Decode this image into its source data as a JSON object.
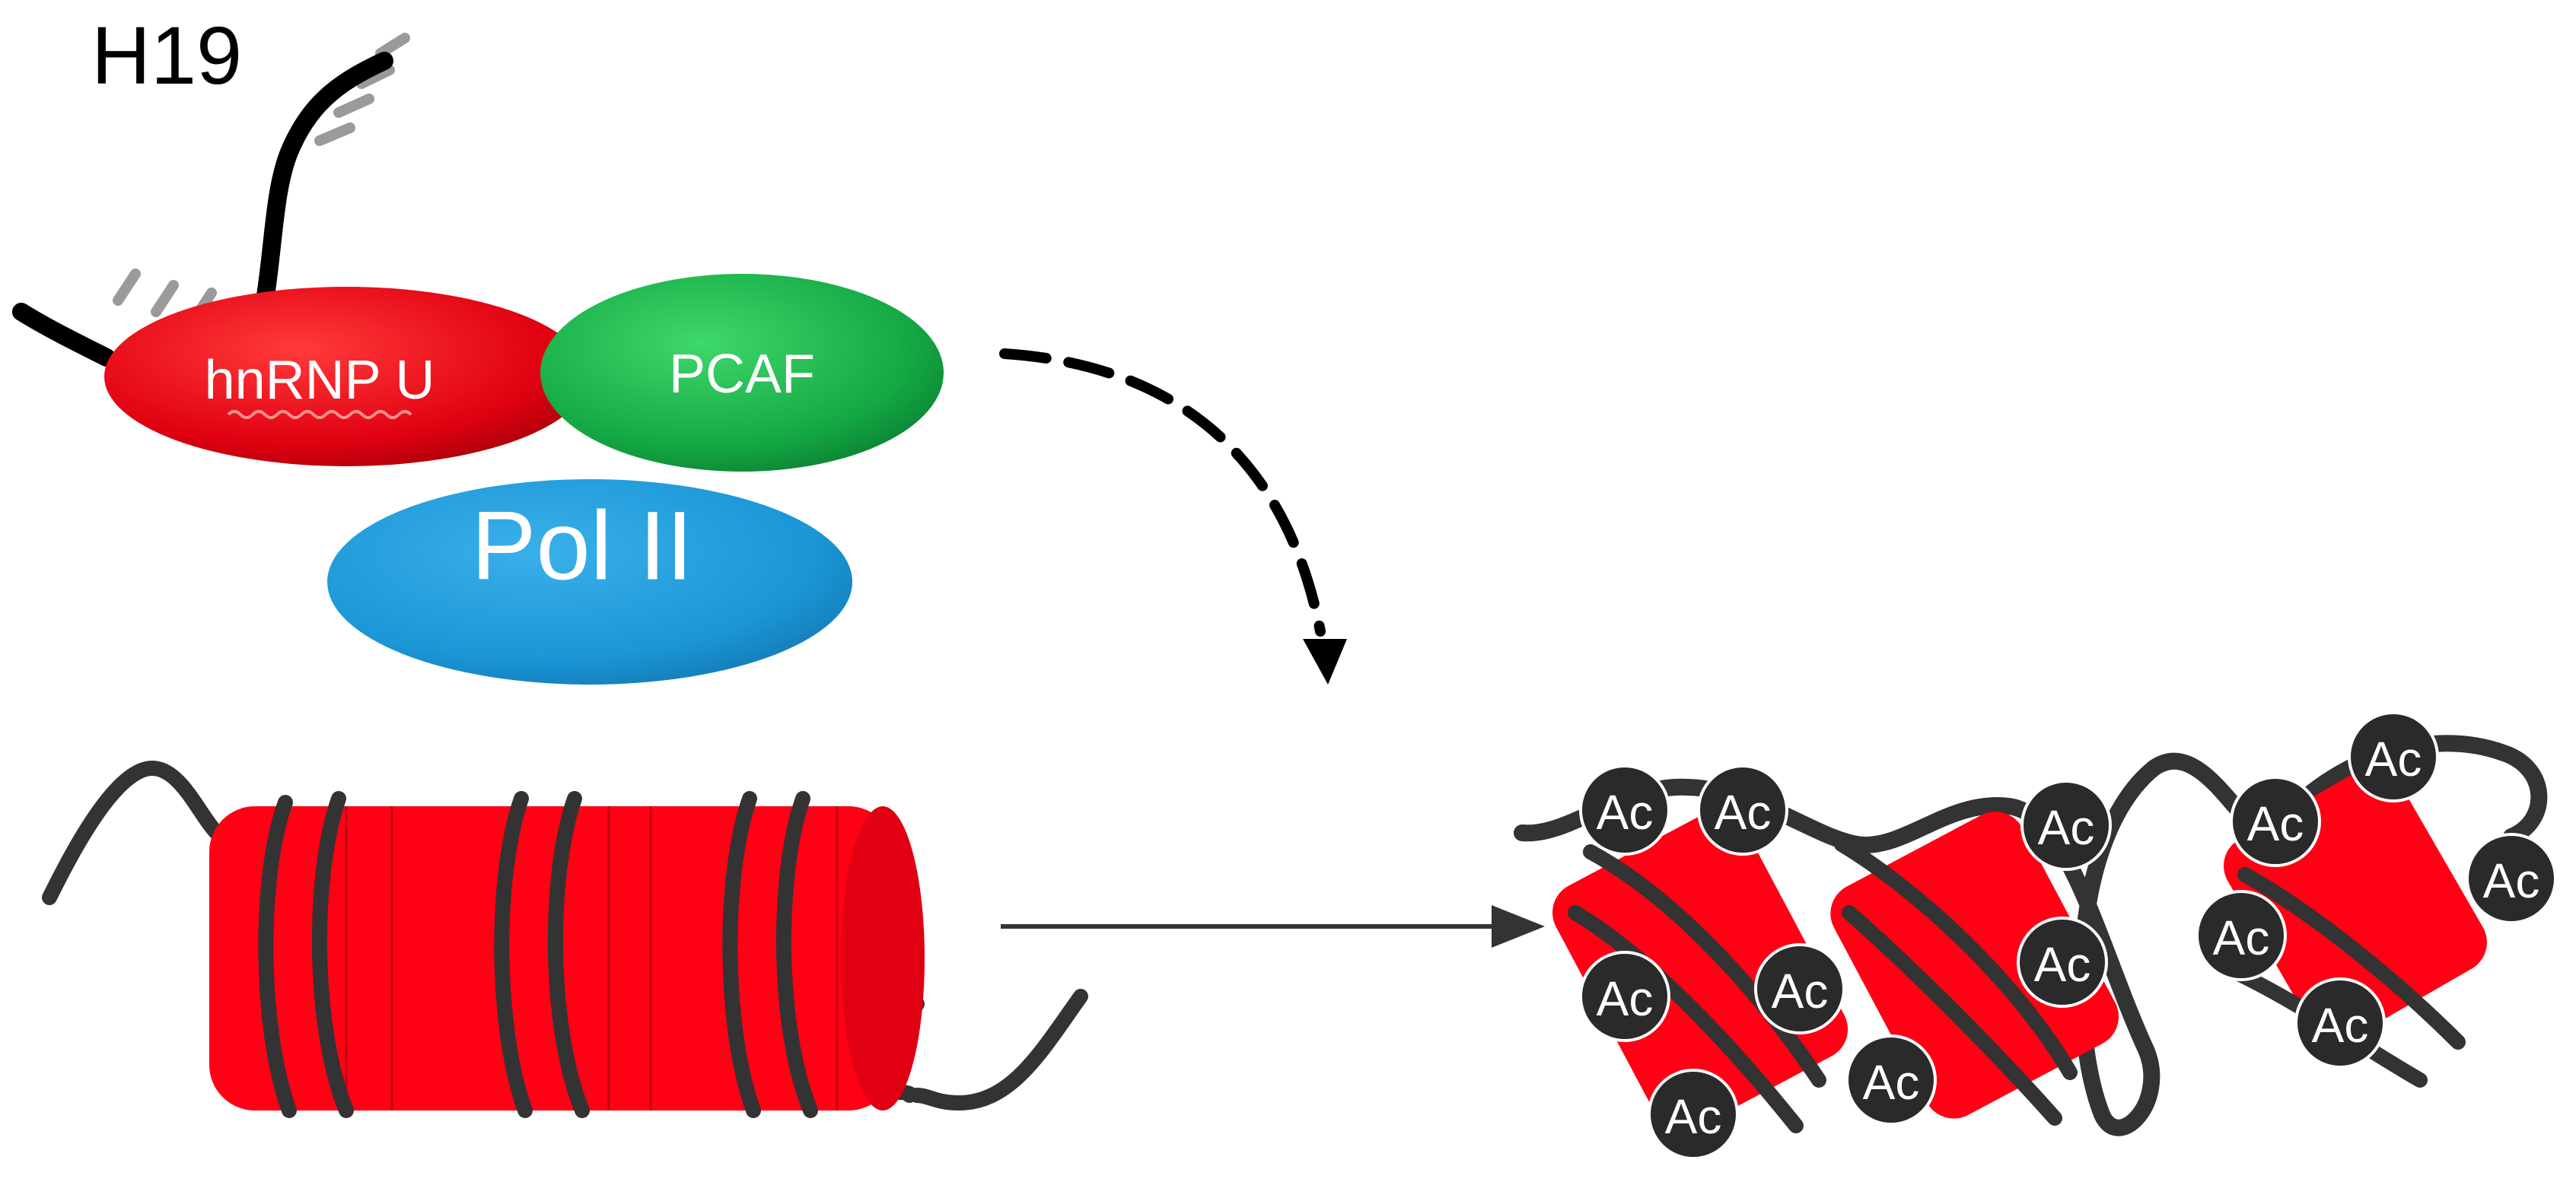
{
  "figure": {
    "rna_label": "H19",
    "proteins": {
      "hnrnp_label": "hnRNP U",
      "pcaf_label": "PCAF",
      "pol_label": "Pol II"
    },
    "acetyl_mark": "Ac",
    "colors": {
      "hnrnp": "#e8101a",
      "pcaf": "#1fae48",
      "pol": "#1b96d6",
      "nucleosome": "#ff0014",
      "dna_strand": "#333333",
      "ac_badge": "#2a2a2a"
    }
  }
}
